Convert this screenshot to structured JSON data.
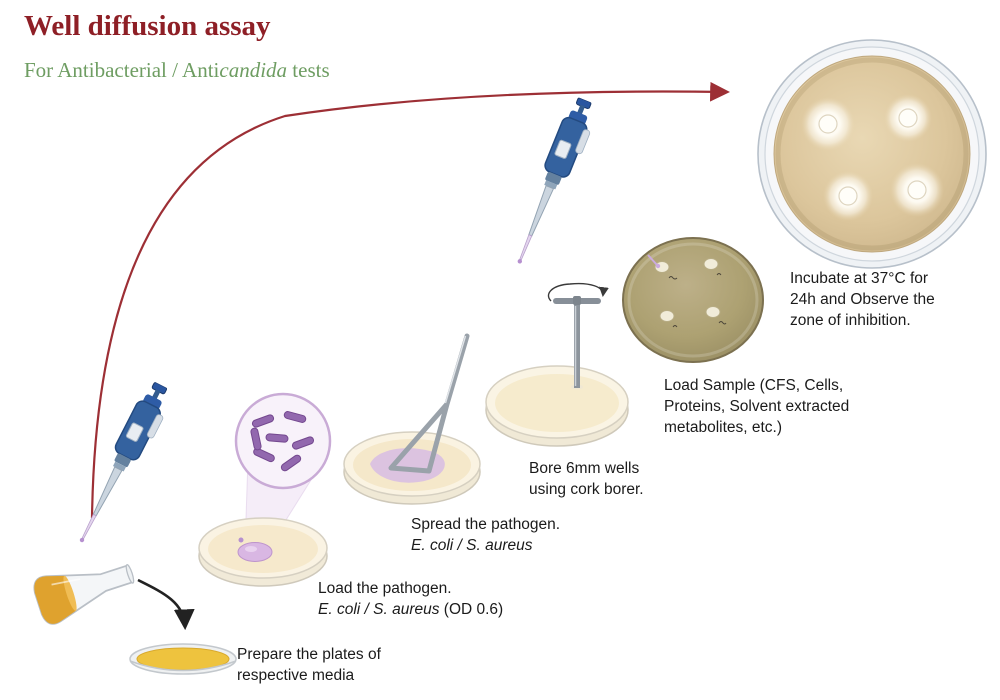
{
  "header": {
    "title": "Well diffusion assay",
    "subtitle_prefix": "For Antibacterial / Anti",
    "subtitle_italic": "candida",
    "subtitle_suffix": " tests"
  },
  "captions": {
    "prepare_line1": "Prepare the plates of",
    "prepare_line2": "respective media",
    "load_line1": "Load the pathogen.",
    "load_species": "E. coli / S. aureus",
    "load_suffix": " (OD 0.6)",
    "spread_line1": "Spread the pathogen.",
    "spread_species": "E. coli / S. aureus",
    "bore_line1": "Bore 6mm wells",
    "bore_line2": "using cork borer.",
    "sample_text": "Load Sample (CFS, Cells, Proteins, Solvent extracted metabolites, etc.)",
    "incubate_text": "Incubate at 37°C for 24h and Observe the zone of inhibition."
  },
  "colors": {
    "title_red": "#8e1f26",
    "subtitle_green": "#6e9d62",
    "workflow_arrow_red": "#9d2f35",
    "pipette_blue": "#34629f",
    "pathogen_purple": "#9268ae",
    "media_yellow": "#eec33e",
    "agar_cream": "#f6ebcd",
    "agar_tan": "#dcc69c",
    "sample_plate_olive": "#ada172"
  }
}
